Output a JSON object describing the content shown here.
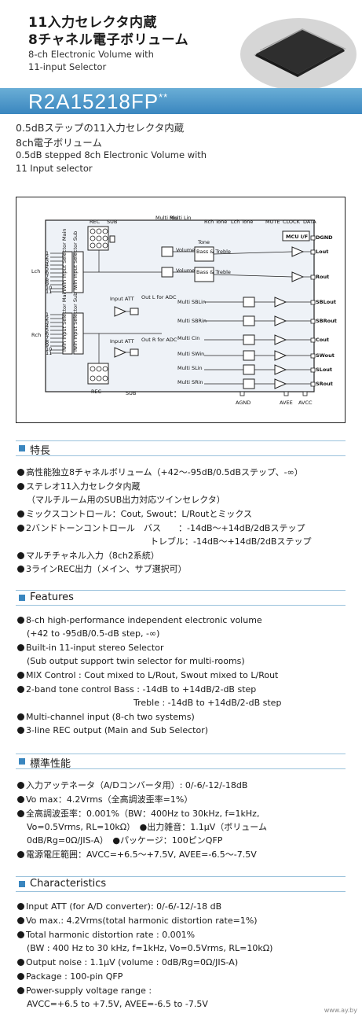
{
  "header": {
    "title_line1": "11入力セレクタ内蔵",
    "title_line2": "8チャネル電子ボリューム",
    "subtitle_line1": "8-ch Electronic Volume with",
    "subtitle_line2": "11-input Selector",
    "part_number": "R2A15218FP",
    "part_suffix": "**"
  },
  "intro": {
    "jp_line1": "0.5dBステップの11入力セレクタ内蔵",
    "jp_line2": "8ch電子ボリューム",
    "en_line1": "0.5dB stepped 8ch Electronic Volume with",
    "en_line2": "11 Input selector"
  },
  "diagram": {
    "rec": "REC",
    "sub": "SUB",
    "multi_rin": "Multi Rin",
    "multi_lin": "Multi Lin",
    "rch_tone": "Rch Tone",
    "lch_tone": "Lch Tone",
    "mute": "MUTE",
    "clock": "CLOCK",
    "data": "DATA",
    "mcu_if": "MCU I/F",
    "dgnd": "DGND",
    "lout": "Lout",
    "rout": "Rout",
    "sblout": "SBLout",
    "sbrout": "SBRout",
    "cout": "Cout",
    "swout": "SWout",
    "slout": "SLout",
    "srout": "SRout",
    "lch": "Lch",
    "rch": "Rch",
    "twin_main": "Twin Input Selector Main",
    "twin_sub": "Twin Input Selector Sub",
    "main": "Main",
    "input_att": "Input ATT",
    "out_l_adc": "Out L for ADC",
    "out_r_adc": "Out R for ADC",
    "tone": "Tone",
    "bass_treble": "Bass & Treble",
    "volume": "Volume",
    "multi_sblin": "Multi SBLin",
    "multi_sbrin": "Multi SBRin",
    "multi_cin": "Multi Cin",
    "multi_swin": "Multi SWin",
    "multi_slin": "Multi SLin",
    "multi_srin": "Multi SRin",
    "agnd": "AGND",
    "avee": "AVEE",
    "avcc": "AVCC",
    "pins": [
      "1",
      "2",
      "3",
      "4",
      "5",
      "6",
      "7",
      "8",
      "9",
      "10",
      "11"
    ]
  },
  "features_jp": {
    "heading": "特長",
    "items": [
      "高性能独立8チャネルボリューム（+42〜-95dB/0.5dBステップ、-∞）",
      "ステレオ11入力セレクタ内蔵",
      "ミックスコントロール：Cout, Swout：L/Routとミックス",
      "2バンドトーンコントロール　バス　　：-14dB〜+14dB/2dBステップ",
      "マルチチャネル入力（8ch2系統）",
      "3ラインREC出力（メイン、サブ選択可）"
    ],
    "cont_selector": "（マルチルーム用のSUB出力対応ツインセレクタ）",
    "cont_treble": "トレブル：-14dB〜+14dB/2dBステップ"
  },
  "features_en": {
    "heading": "Features",
    "items": [
      "8-ch high-performance independent electronic volume",
      "Built-in 11-input stereo Selector",
      "MIX Control : Cout mixed to L/Rout, Swout mixed to L/Rout",
      "2-band tone control  Bass : -14dB to +14dB/2-dB step",
      "Multi-channel input (8-ch two systems)",
      "3-line REC output (Main and Sub Selector)"
    ],
    "cont_volume": "(+42 to -95dB/0.5-dB step, -∞)",
    "cont_selector": "(Sub output support twin selector for multi-rooms)",
    "cont_treble": "Treble : -14dB to +14dB/2-dB step"
  },
  "spec_jp": {
    "heading": "標準性能",
    "items": [
      "入力アッテネータ（A/Dコンバータ用）: 0/-6/-12/-18dB",
      "Vo max：4.2Vrms（全高調波歪率=1%）",
      "全高調波歪率：0.001%（BW：400Hz to 30kHz, f=1kHz,",
      "電源電圧範囲：AVCC=+6.5〜+7.5V, AVEE=-6.5〜-7.5V"
    ],
    "cont_thd1": "Vo=0.5Vrms, RL=10kΩ）　●出力雑音：1.1μV（ボリューム",
    "cont_thd2": "0dB/Rg=0Ω/JIS-A）　●パッケージ：100ピンQFP"
  },
  "spec_en": {
    "heading": "Characteristics",
    "items": [
      "Input ATT (for A/D converter): 0/-6/-12/-18 dB",
      "Vo max.: 4.2Vrms(total harmonic distortion rate=1%)",
      "Total harmonic distortion rate : 0.001%",
      "Output noise : 1.1μV (volume : 0dB/Rg=0Ω/JIS-A)",
      "Package : 100-pin QFP",
      "Power-supply voltage range :"
    ],
    "cont_thd": "(BW : 400 Hz to 30 kHz, f=1kHz, Vo=0.5Vrms, RL=10kΩ)",
    "cont_supply": "AVCC=+6.5 to +7.5V, AVEE=-6.5 to -7.5V"
  },
  "watermark": "www.ay.by",
  "colors": {
    "accent": "#3a86bf",
    "section_rule": "#9ac2dc",
    "diagram_bg": "#eef2f7"
  }
}
